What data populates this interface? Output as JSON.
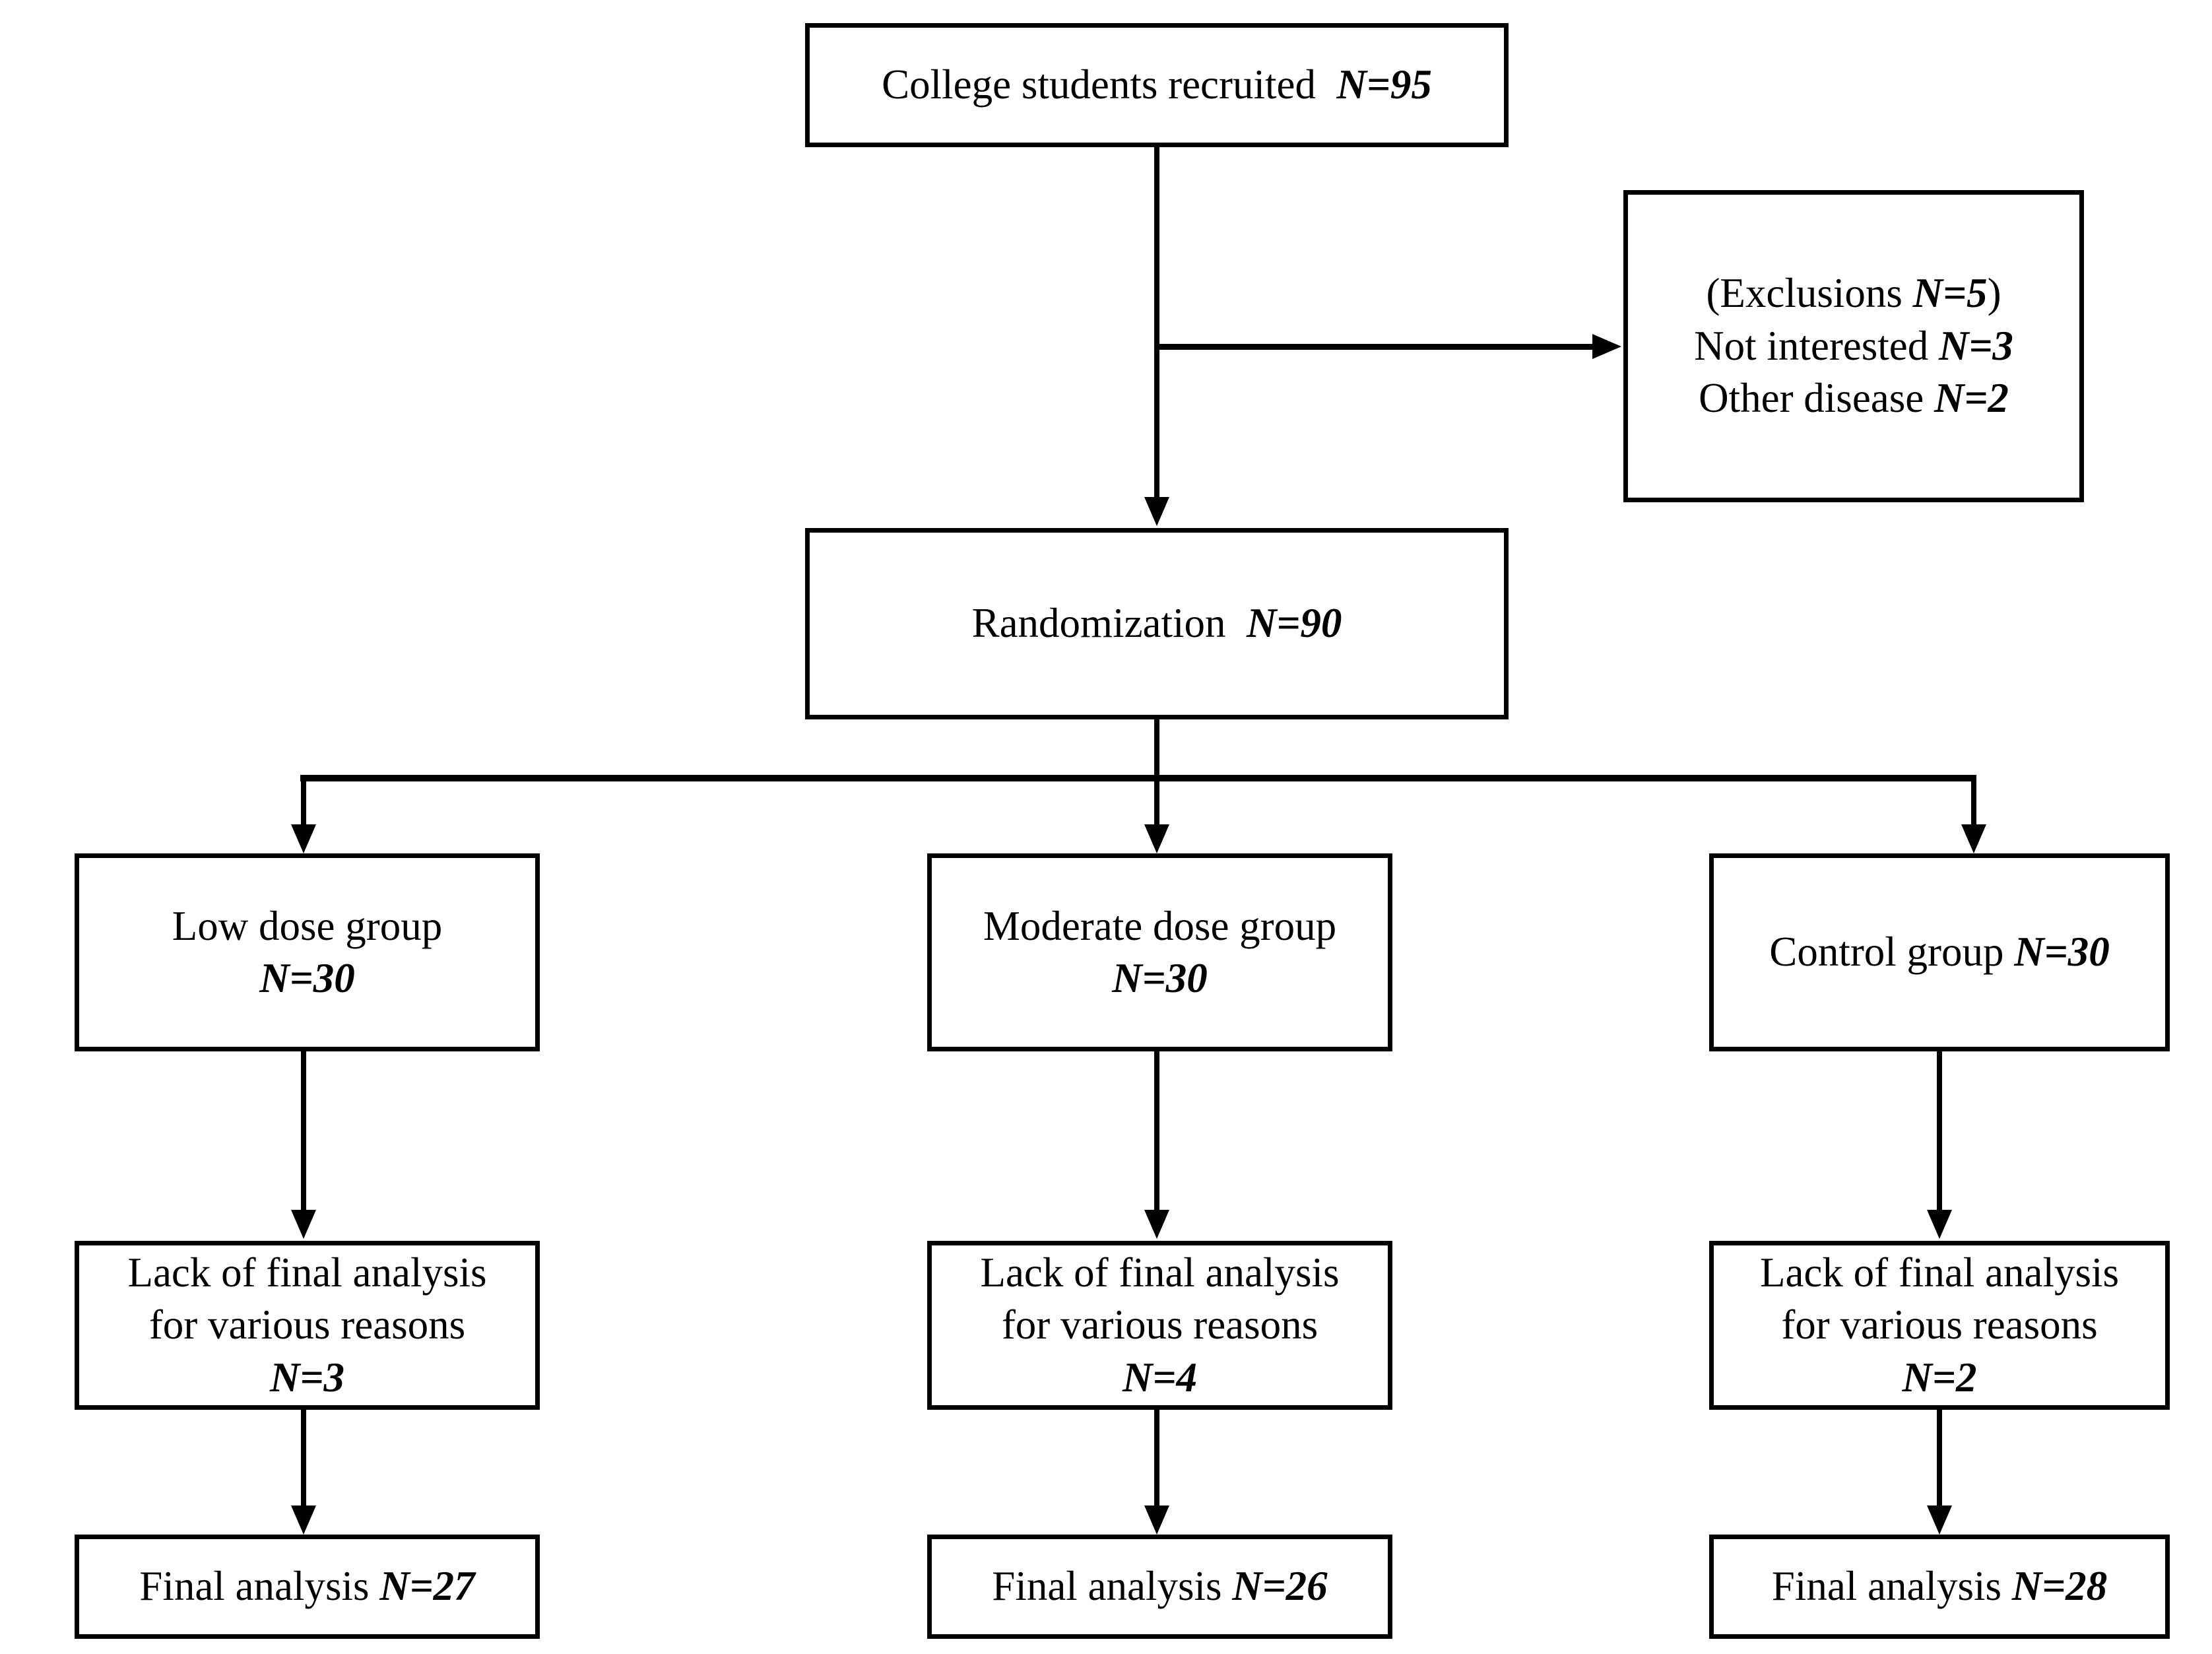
{
  "diagram": {
    "type": "consort-flow-diagram",
    "nodes": {
      "recruited": {
        "line1_text": "College students recruited",
        "line1_n": "N=95"
      },
      "exclusions": {
        "line1_text": "(Exclusions",
        "line1_n": "N=5",
        "line1_tail": ")",
        "line2_text": "Not interested",
        "line2_n": "N=3",
        "line3_text": "Other disease",
        "line3_n": "N=2"
      },
      "randomization": {
        "line1_text": "Randomization",
        "line1_n": "N=90"
      },
      "low_dose": {
        "line1_text": "Low dose group",
        "line2_n": "N=30"
      },
      "moderate_dose": {
        "line1_text": "Moderate dose group",
        "line2_n": "N=30"
      },
      "control": {
        "line1_text": "Control group",
        "line1_n": "N=30"
      },
      "lack_low": {
        "line1_text": "Lack of final analysis",
        "line2_text": "for various reasons",
        "line3_n": "N=3"
      },
      "lack_moderate": {
        "line1_text": "Lack of final analysis",
        "line2_text": "for various reasons",
        "line3_n": "N=4"
      },
      "lack_control": {
        "line1_text": "Lack of final analysis",
        "line2_text": "for various reasons",
        "line3_n": "N=2"
      },
      "final_low": {
        "line1_text": "Final analysis",
        "line1_n": "N=27"
      },
      "final_moderate": {
        "line1_text": "Final analysis",
        "line1_n": "N=26"
      },
      "final_control": {
        "line1_text": "Final analysis",
        "line1_n": "N=28"
      }
    },
    "colors": {
      "stroke": "#000000",
      "background": "#ffffff",
      "text": "#000000"
    }
  }
}
